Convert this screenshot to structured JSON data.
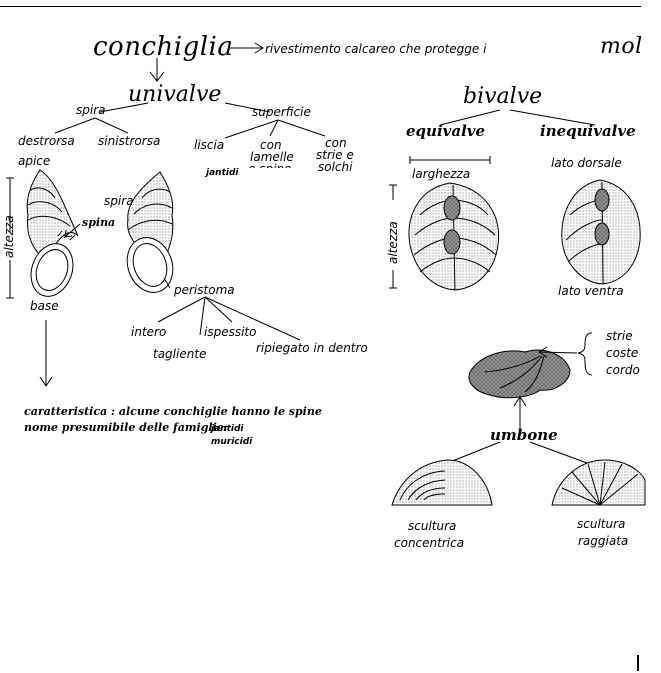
{
  "diagram": {
    "title": "conchiglia",
    "definition": "rivestimento calcareo che protegge i",
    "definition_cut": "mol",
    "univalve": {
      "label": "univalve",
      "spira": "spira",
      "superficie": "superficie",
      "destrorsa": "destrorsa",
      "sinistrorsa": "sinistrorsa",
      "liscia": "liscia",
      "con_lamelle_1": "con",
      "con_lamelle_2": "lamelle",
      "con_lamelle_3": "e spine",
      "con_strie_1": "con",
      "con_strie_2": "strie e",
      "con_strie_3": "solchi",
      "jantidi": "jantidi",
      "apice": "apice",
      "altezza": "altezza",
      "spira_label": "spira",
      "spina": "spina",
      "base": "base",
      "peristoma": "peristoma",
      "intero": "intero",
      "ispessito": "ispessito",
      "tagliente": "tagliente",
      "ripiegato": "ripiegato in dentro"
    },
    "notes": {
      "line1": "caratteristica : alcune conchiglie hanno le spine",
      "line2": "nome presumibile delle famiglie:",
      "fam1": "jantidi",
      "fam2": "muricidi"
    },
    "bivalve": {
      "label": "bivalve",
      "equivalve": "equivalve",
      "inequivalve": "inequivalve",
      "larghezza": "larghezza",
      "altezza": "altezza",
      "lato_dorsale": "lato dorsale",
      "lato_ventrale": "lato ventra",
      "strie": "strie",
      "coste": "coste",
      "cordo": "cordo",
      "umbone": "umbone",
      "scultura_concentrica_1": "scultura",
      "scultura_concentrica_2": "concentrica",
      "scultura_raggiata_1": "scultura",
      "scultura_raggiata_2": "raggiata"
    }
  }
}
